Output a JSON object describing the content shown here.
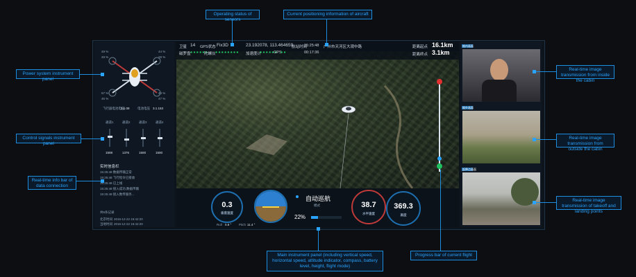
{
  "callouts": {
    "sensors": "Operating status of sensors",
    "positioning": "Current positioning information of aircraft",
    "power": "Power system instrument panel",
    "control": "Control signals instrument panel",
    "info": "Real-time info bar of data connection",
    "main_panel": "Main instrument panel (including vertical speed, horizontal speed, attitude indicator, compass, battery level, height, flight mode)",
    "progress": "Progress bar of current flight",
    "cam_inside": "Real-time image transmission from inside the cabin",
    "cam_outside": "Real-time image transmission from outside the cabin",
    "cam_takeoff": "Real-time image transmission of takeoff and landing points"
  },
  "power": {
    "tl": "49 %",
    "tl2": "49 %",
    "tr": "44 %",
    "tr2": "28 %",
    "bl": "57 %",
    "bl2": "45 %",
    "br": "44 %",
    "br2": "47 %",
    "stat1_label": "飞行器电池电压",
    "stat1_value": "3.1.08",
    "stat2_label": "电池电压",
    "stat2_value": "3.1.153"
  },
  "control": {
    "channels": [
      "通道1",
      "通道2",
      "通道3",
      "通道4"
    ],
    "values": [
      "1508",
      "1376",
      "1500",
      "1500"
    ]
  },
  "info": {
    "title": "实时信息栏",
    "messages": [
      "15:25:48 数据传输正常",
      "15:25:48 飞行指令已接收",
      "15:25:48 已上线",
      "15:25:48 接入成功,数据传输",
      "15:25:48 接入数传服务..."
    ],
    "footer_label": "共5条记录",
    "time1_label": "北京时间",
    "time1": "2016-12-22 15:42:20",
    "time2_label": "当地时间",
    "time2": "2016-12-22 15:42:20"
  },
  "topbar": {
    "sat_label": "卫星",
    "sat_value": "14",
    "gps_label": "GPS状态",
    "gps_value": "Fix3D",
    "coords": "23.192078, 113.464659",
    "time_label": "航站时间",
    "time_value": "15:25:48",
    "location": "广州市天河区大观中路",
    "row2_a": "磁罗盘",
    "row2_b": "陀螺仪",
    "row2_c": "加速度计",
    "row2_d": "GPS",
    "time2": "00:17:36",
    "dist1_label": "距离起点",
    "dist1_value": "16.1km",
    "dist2_label": "距离终点",
    "dist2_value": "3.1km"
  },
  "instruments": {
    "vs_value": "0.3",
    "vs_label": "垂直速度",
    "hs_value": "38.7",
    "hs_label": "水平速度",
    "height_value": "369.3",
    "height_label": "高度",
    "mode_title": "自动巡航",
    "mode_sub": "模式",
    "battery": "22%",
    "roll_label": "Roll",
    "roll_value": "0.8 °",
    "pitch_label": "Pitch",
    "pitch_value": "11.4 °"
  },
  "cams": {
    "cam1": "舱内画面",
    "cam2": "舱外画面",
    "cam3": "起降点画面"
  },
  "progress": 0.15,
  "battery_level": 0.22
}
